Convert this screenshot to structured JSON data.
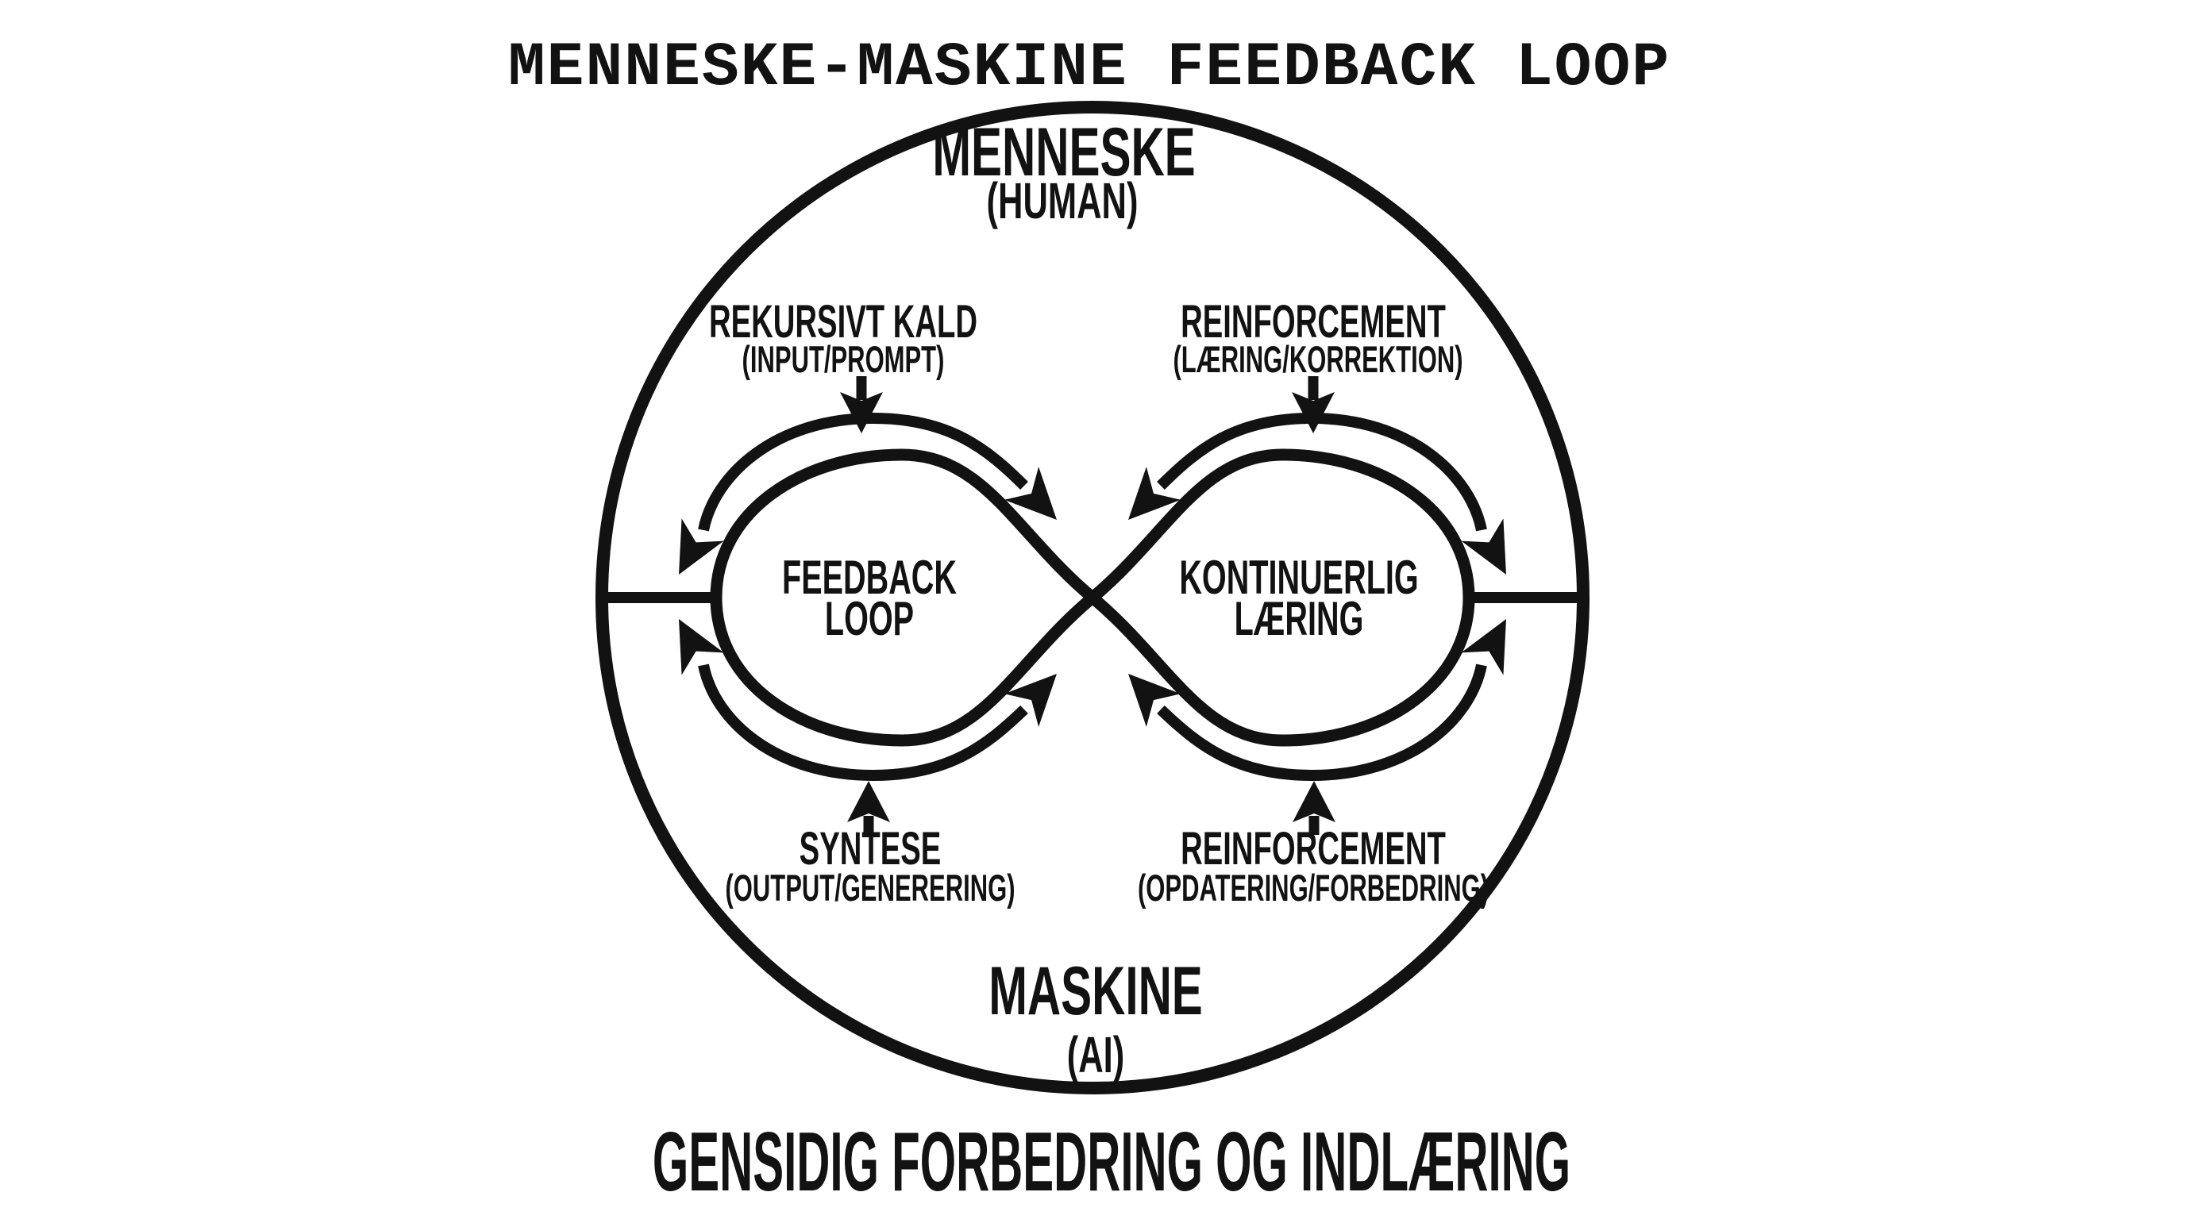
{
  "title": "MENNESKE-MASKINE FEEDBACK LOOP",
  "circle": {
    "top": {
      "label": "MENNESKE",
      "sublabel": "(HUMAN)"
    },
    "bottom": {
      "label": "MASKINE",
      "sublabel": "(AI)"
    }
  },
  "loops": {
    "left": {
      "line1": "FEEDBACK",
      "line2": "LOOP"
    },
    "right": {
      "line1": "KONTINUERLIG",
      "line2": "LÆRING"
    }
  },
  "flows": {
    "top_left": {
      "label": "REKURSIVT KALD",
      "sublabel": "(INPUT/PROMPT)",
      "direction": "down"
    },
    "top_right": {
      "label": "REINFORCEMENT",
      "sublabel": "(LÆRING/KORREKTION)",
      "direction": "down"
    },
    "bottom_left": {
      "label": "SYNTESE",
      "sublabel": "(OUTPUT/GENERERING)",
      "direction": "up"
    },
    "bottom_right": {
      "label": "REINFORCEMENT",
      "sublabel": "(OPDATERING/FORBEDRING)",
      "direction": "up"
    }
  },
  "caption": "GENSIDIG FORBEDRING OG INDLÆRING",
  "colors": {
    "ink": "#121212",
    "background": "#ffffff"
  }
}
